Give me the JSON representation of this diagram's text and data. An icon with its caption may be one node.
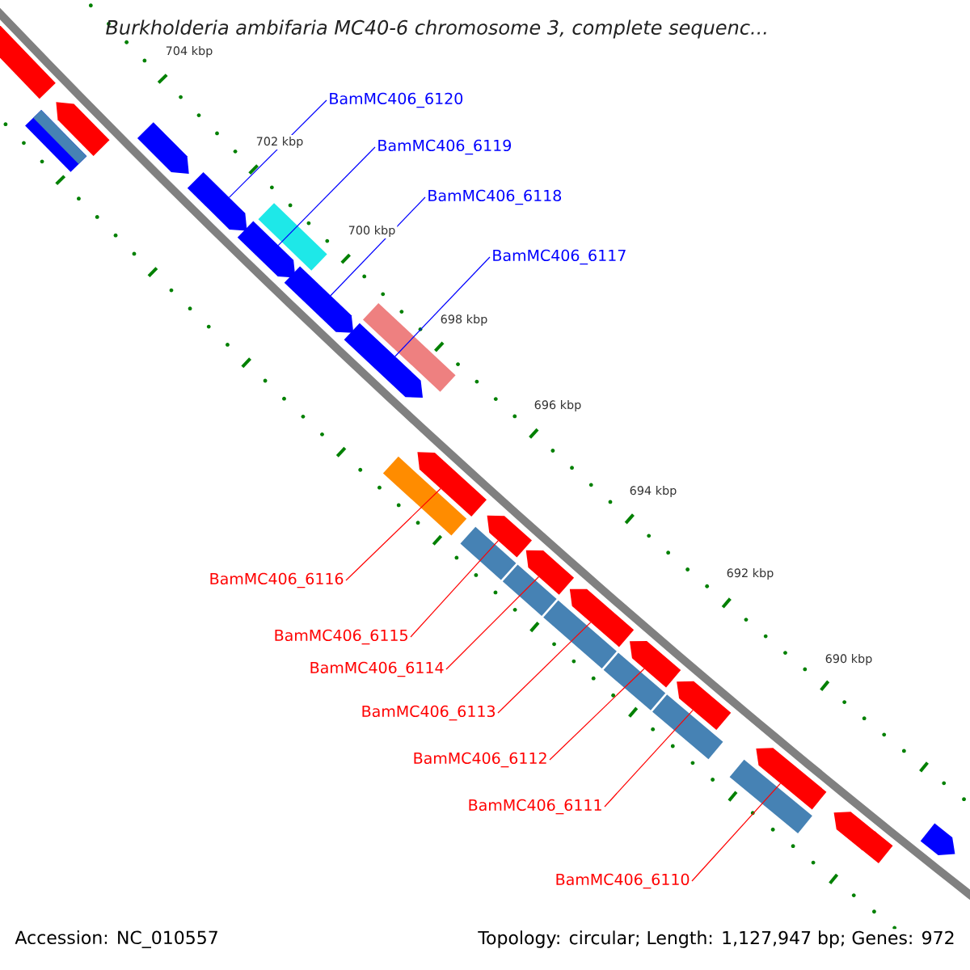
{
  "diagram": {
    "title": "Burkholderia ambifaria MC40-6 chromosome 3, complete sequenc...",
    "nodes": [
      {
        "text": [],
        "shape": "pentagon"
      },
      {
        "text": [],
        "shape": "pentagon"
      },
      {
        "text": [],
        "shape": "box"
      },
      {
        "text": [],
        "shape": "pentagon"
      },
      {
        "text": [],
        "shape": "pentagon"
      },
      {
        "text": [],
        "shape": "pentagon"
      },
      {
        "text": [],
        "shape": "box"
      },
      {
        "text": [],
        "shape": "pentagon"
      },
      {
        "text": [],
        "shape": "pentagon"
      },
      {
        "text": [],
        "shape": "box"
      },
      {
        "text": [],
        "shape": "box"
      },
      {
        "text": [],
        "shape": "pentagon"
      },
      {
        "text": [],
        "shape": "box"
      },
      {
        "text": [],
        "shape": "pentagon"
      },
      {
        "text": [],
        "shape": "box"
      },
      {
        "text": [],
        "shape": "pentagon"
      },
      {
        "text": [],
        "shape": "box"
      },
      {
        "text": [],
        "shape": "pentagon"
      },
      {
        "text": [],
        "shape": "box"
      },
      {
        "text": [],
        "shape": "pentagon"
      },
      {
        "text": [],
        "shape": "box"
      },
      {
        "text": [],
        "shape": "pentagon"
      },
      {
        "text": [],
        "shape": "box"
      },
      {
        "text": [],
        "shape": "pentagon"
      },
      {
        "text": [],
        "shape": "pentagon"
      },
      {
        "text": [],
        "shape": "pentagon"
      },
      {
        "text": [],
        "shape": "pentagon"
      },
      {
        "text": [
          "BamMC406_6120"
        ]
      },
      {
        "text": [
          "BamMC406_6119"
        ]
      },
      {
        "text": [
          "BamMC406_6118"
        ]
      },
      {
        "text": [
          "BamMC406_6117"
        ]
      },
      {
        "text": [
          "BamMC406_6116"
        ]
      },
      {
        "text": [
          "BamMC406_6115"
        ]
      },
      {
        "text": [
          "BamMC406_6114"
        ]
      },
      {
        "text": [
          "BamMC406_6113"
        ]
      },
      {
        "text": [
          "BamMC406_6112"
        ]
      },
      {
        "text": [
          "BamMC406_6111"
        ]
      },
      {
        "text": [
          "BamMC406_6110"
        ]
      }
    ],
    "edges": [
      {
        "from": 27,
        "to": 4,
        "arrow": "none",
        "color": "#0000ff"
      },
      {
        "from": 28,
        "to": 5,
        "arrow": "none",
        "color": "#0000ff"
      },
      {
        "from": 29,
        "to": 7,
        "arrow": "none",
        "color": "#0000ff"
      },
      {
        "from": 30,
        "to": 8,
        "arrow": "none",
        "color": "#0000ff"
      },
      {
        "from": 31,
        "to": 11,
        "arrow": "none"
      },
      {
        "from": 32,
        "to": 13,
        "arrow": "none"
      },
      {
        "from": 33,
        "to": 15,
        "arrow": "none"
      },
      {
        "from": 34,
        "to": 17,
        "arrow": "none"
      },
      {
        "from": 35,
        "to": 19,
        "arrow": "none"
      },
      {
        "from": 36,
        "to": 21,
        "arrow": "none"
      },
      {
        "from": 37,
        "to": 23,
        "arrow": "none"
      }
    ],
    "labels": [
      "704 kbp",
      "702 kbp",
      "700 kbp",
      "698 kbp",
      "696 kbp",
      "694 kbp",
      "692 kbp",
      "690 kbp",
      "Accession: NC_010557",
      "Topology: circular; Length: 1,127,947 bp; Genes: 972"
    ]
  }
}
